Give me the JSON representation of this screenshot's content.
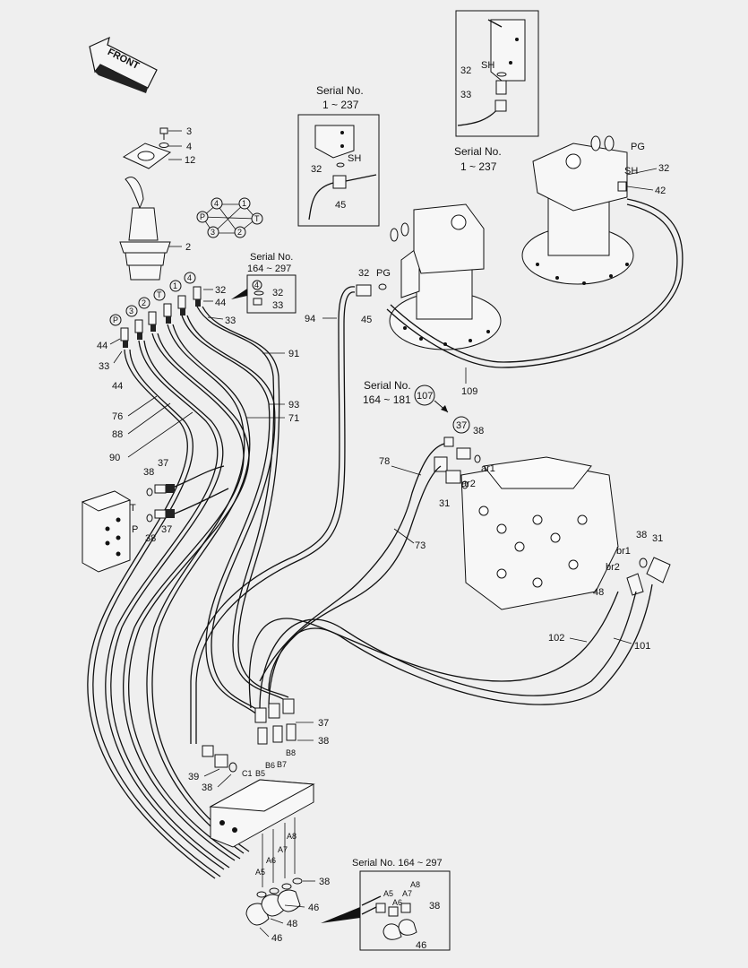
{
  "front_arrow": {
    "label": "FRONT"
  },
  "callouts": {
    "c3": "3",
    "c4": "4",
    "c12": "12",
    "c2": "2",
    "c32a": "32",
    "c44a": "44",
    "c33a": "33",
    "c44b": "44",
    "c33b": "33",
    "c44c": "44",
    "c76": "76",
    "c88": "88",
    "c90": "90",
    "c91": "91",
    "c93": "93",
    "c71": "71",
    "c94": "94",
    "c45a": "45",
    "c32b": "32",
    "pg1": "PG",
    "c109": "109",
    "c38a": "38",
    "c37a": "37",
    "t_port": "T",
    "p_port": "P",
    "c38b": "38",
    "c37b": "37",
    "c107": "107",
    "c37c": "37",
    "c38c": "38",
    "ar1": "ar1",
    "ar2": "ar2",
    "c78": "78",
    "c31a": "31",
    "c73": "73",
    "c38d": "38",
    "c31b": "31",
    "br1": "br1",
    "br2": "br2",
    "c48a": "48",
    "c102": "102",
    "c101": "101",
    "c37d": "37",
    "c38e": "38",
    "c39": "39",
    "c38f": "38",
    "C1": "C1",
    "B5": "B5",
    "B6": "B6",
    "B7": "B7",
    "B8": "B8",
    "A5": "A5",
    "A6": "A6",
    "A7": "A7",
    "A8": "A8",
    "c38g": "38",
    "c46a": "46",
    "c48b": "48",
    "c46b": "46",
    "pg2": "PG",
    "sh3": "SH",
    "c32e": "32",
    "c42": "42"
  },
  "pilot_pattern": {
    "p4": "4",
    "p1": "1",
    "pP": "P",
    "pT": "T",
    "p3": "3",
    "p2": "2"
  },
  "port_circles": {
    "pP": "P",
    "p3": "3",
    "p2": "2",
    "pT": "T",
    "p1": "1",
    "p4": "4"
  },
  "serial_a": {
    "title": "Serial No.",
    "range": "164 ~ 297",
    "c4": "4",
    "c32": "32",
    "c33": "33"
  },
  "serial_b": {
    "title": "Serial No.",
    "range": "1 ~ 237",
    "c32": "32",
    "sh": "SH",
    "c45": "45"
  },
  "serial_c": {
    "title": "Serial No.",
    "range": "1 ~ 237",
    "c32": "32",
    "sh": "SH",
    "c33": "33"
  },
  "serial_d": {
    "title": "Serial No.",
    "range": "164 ~ 181"
  },
  "serial_e": {
    "title": "Serial No. 164 ~ 297",
    "A5": "A5",
    "A6": "A6",
    "A7": "A7",
    "A8": "A8",
    "c38": "38",
    "c46": "46"
  }
}
